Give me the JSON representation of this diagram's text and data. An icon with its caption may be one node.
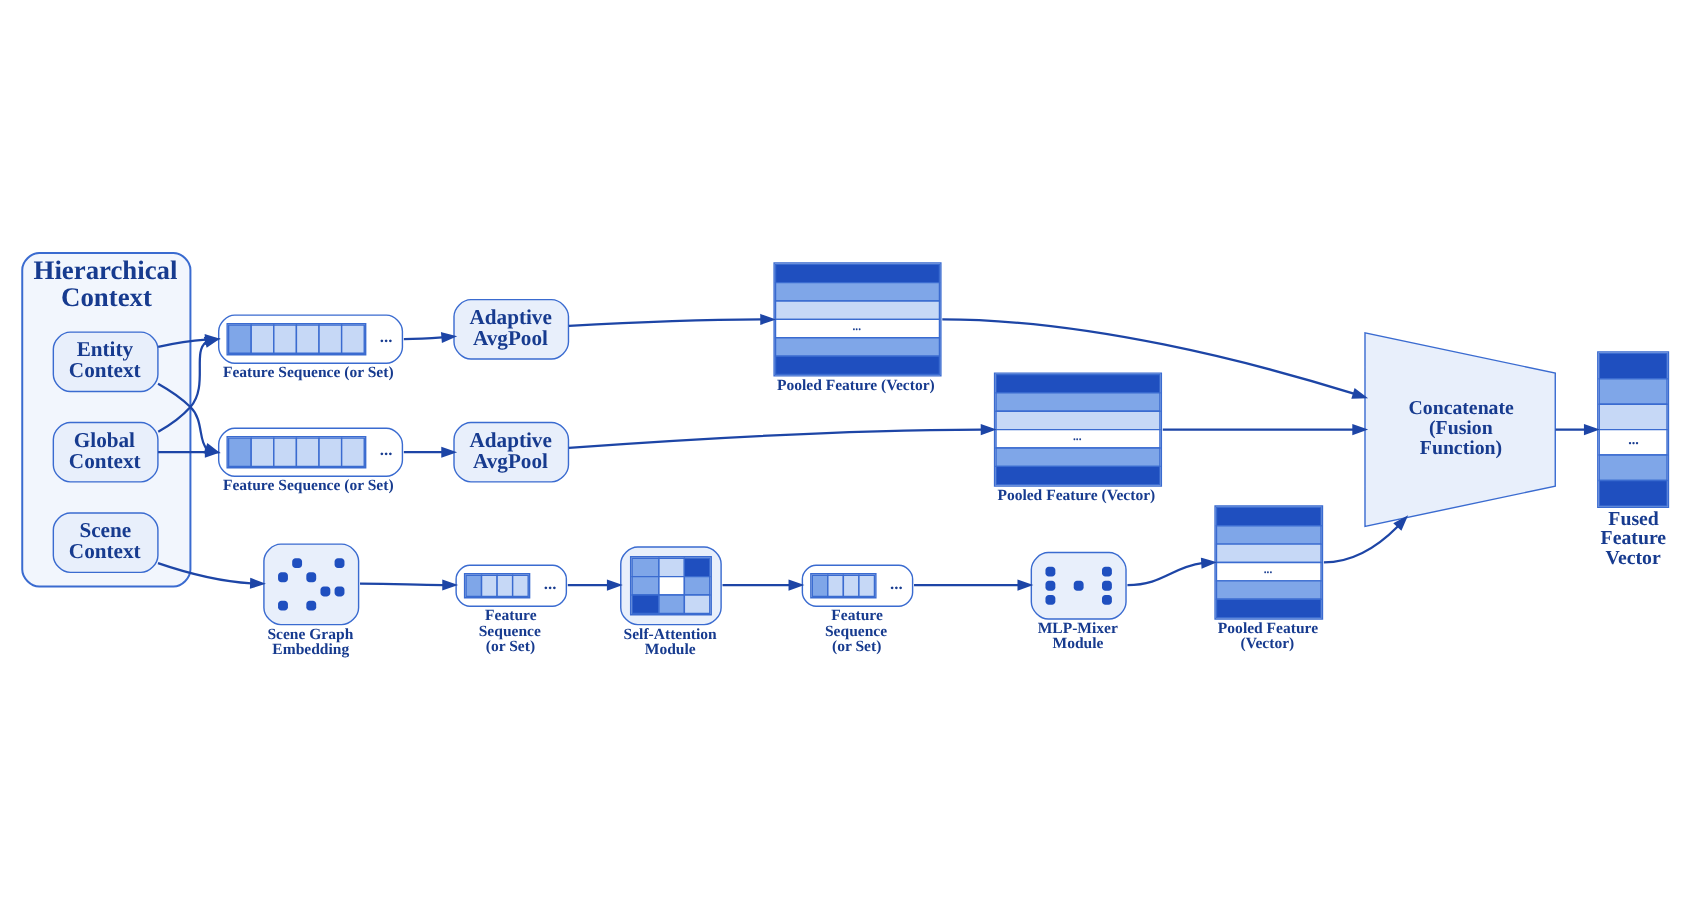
{
  "diagram": {
    "nodes": [
      {
        "text": [
          "Hierarchical Context"
        ]
      },
      {
        "text": [
          "Entity Context"
        ],
        "in": 0
      },
      {
        "text": [
          "Global Context"
        ],
        "in": 0
      },
      {
        "text": [
          "Scene Context"
        ],
        "in": 0
      },
      {
        "text": [
          "..."
        ],
        "beside": [
          "Feature Sequence (or Set)"
        ]
      },
      {
        "text": [
          "Adaptive AvgPool"
        ]
      },
      {
        "text": [
          "..."
        ],
        "beside": [
          "Pooled Feature (Vector)"
        ]
      },
      {
        "text": [
          "..."
        ],
        "beside": [
          "Feature Sequence (or Set)"
        ]
      },
      {
        "text": [
          "Adaptive AvgPool"
        ]
      },
      {
        "text": [
          "..."
        ],
        "beside": [
          "Pooled Feature (Vector)"
        ]
      },
      {
        "text": [],
        "shape": "picture",
        "beside": [
          "Scene Graph Embedding"
        ]
      },
      {
        "text": [
          "..."
        ],
        "beside": [
          "Feature Sequence (or Set)"
        ]
      },
      {
        "text": [],
        "shape": "picture",
        "beside": [
          "Self-Attention Module"
        ]
      },
      {
        "text": [
          "..."
        ],
        "beside": [
          "Feature Sequence (or Set)"
        ]
      },
      {
        "text": [],
        "shape": "picture",
        "beside": [
          "MLP-Mixer Module"
        ]
      },
      {
        "text": [
          "..."
        ],
        "beside": [
          "Pooled Feature (Vector)"
        ]
      },
      {
        "text": [
          "Concatenate (Fusion Function)"
        ]
      },
      {
        "text": [
          "..."
        ],
        "beside": [
          "Fused Feature Vector"
        ]
      }
    ],
    "edges": [
      {
        "from": 1,
        "to": 4,
        "arrow": "to"
      },
      {
        "from": 1,
        "to": 7,
        "arrow": "to"
      },
      {
        "from": 2,
        "to": 4,
        "arrow": "to"
      },
      {
        "from": 2,
        "to": 7,
        "arrow": "to"
      },
      {
        "from": 4,
        "to": 5,
        "arrow": "to"
      },
      {
        "from": 5,
        "to": 6,
        "arrow": "to"
      },
      {
        "from": 6,
        "to": 16,
        "arrow": "to"
      },
      {
        "from": 7,
        "to": 8,
        "arrow": "to"
      },
      {
        "from": 8,
        "to": 9,
        "arrow": "to"
      },
      {
        "from": 9,
        "to": 16,
        "arrow": "to"
      },
      {
        "from": 3,
        "to": 10,
        "arrow": "to"
      },
      {
        "from": 10,
        "to": 11,
        "arrow": "to"
      },
      {
        "from": 11,
        "to": 12,
        "arrow": "to"
      },
      {
        "from": 12,
        "to": 13,
        "arrow": "to"
      },
      {
        "from": 13,
        "to": 14,
        "arrow": "to"
      },
      {
        "from": 14,
        "to": 15,
        "arrow": "to"
      },
      {
        "from": 15,
        "to": 16,
        "arrow": "to"
      },
      {
        "from": 16,
        "to": 17,
        "arrow": "to"
      }
    ]
  }
}
